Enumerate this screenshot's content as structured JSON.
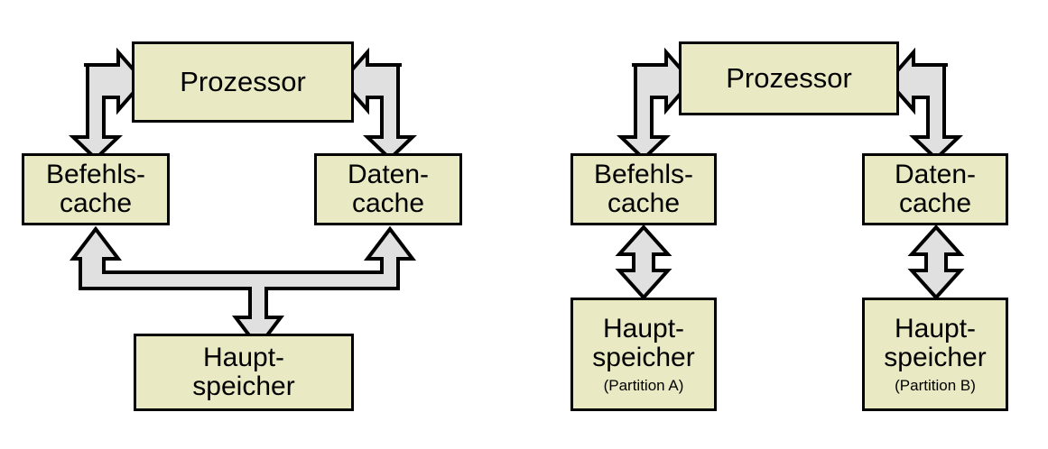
{
  "diagram": {
    "title_text": "",
    "colors": {
      "box_fill": "#e9e9c3",
      "box_stroke": "#000000",
      "arrow_fill": "#e0e0e0",
      "arrow_stroke": "#000000",
      "background": "#ffffff",
      "text": "#000000"
    },
    "left": {
      "name": "harvard-shared-memory",
      "processor": {
        "label": "Prozessor"
      },
      "instruction_cache": {
        "line1": "Befehls-",
        "line2": "cache"
      },
      "data_cache": {
        "line1": "Daten-",
        "line2": "cache"
      },
      "main_memory": {
        "line1": "Haupt-",
        "line2": "speicher",
        "note": ""
      },
      "connections": [
        {
          "name": "processor-to-instruction-cache",
          "kind": "elbow-double-arrow"
        },
        {
          "name": "processor-to-data-cache",
          "kind": "elbow-double-arrow"
        },
        {
          "name": "caches-to-main-memory",
          "kind": "tee-triple-arrow"
        }
      ]
    },
    "right": {
      "name": "harvard-partitioned-memory",
      "processor": {
        "label": "Prozessor"
      },
      "instruction_cache": {
        "line1": "Befehls-",
        "line2": "cache"
      },
      "data_cache": {
        "line1": "Daten-",
        "line2": "cache"
      },
      "main_memory_a": {
        "line1": "Haupt-",
        "line2": "speicher",
        "note": "(Partition A)"
      },
      "main_memory_b": {
        "line1": "Haupt-",
        "line2": "speicher",
        "note": "(Partition B)"
      },
      "connections": [
        {
          "name": "processor-to-instruction-cache",
          "kind": "elbow-double-arrow"
        },
        {
          "name": "processor-to-data-cache",
          "kind": "elbow-double-arrow"
        },
        {
          "name": "instruction-cache-to-memory-a",
          "kind": "vertical-double-arrow"
        },
        {
          "name": "data-cache-to-memory-b",
          "kind": "vertical-double-arrow"
        }
      ]
    }
  }
}
